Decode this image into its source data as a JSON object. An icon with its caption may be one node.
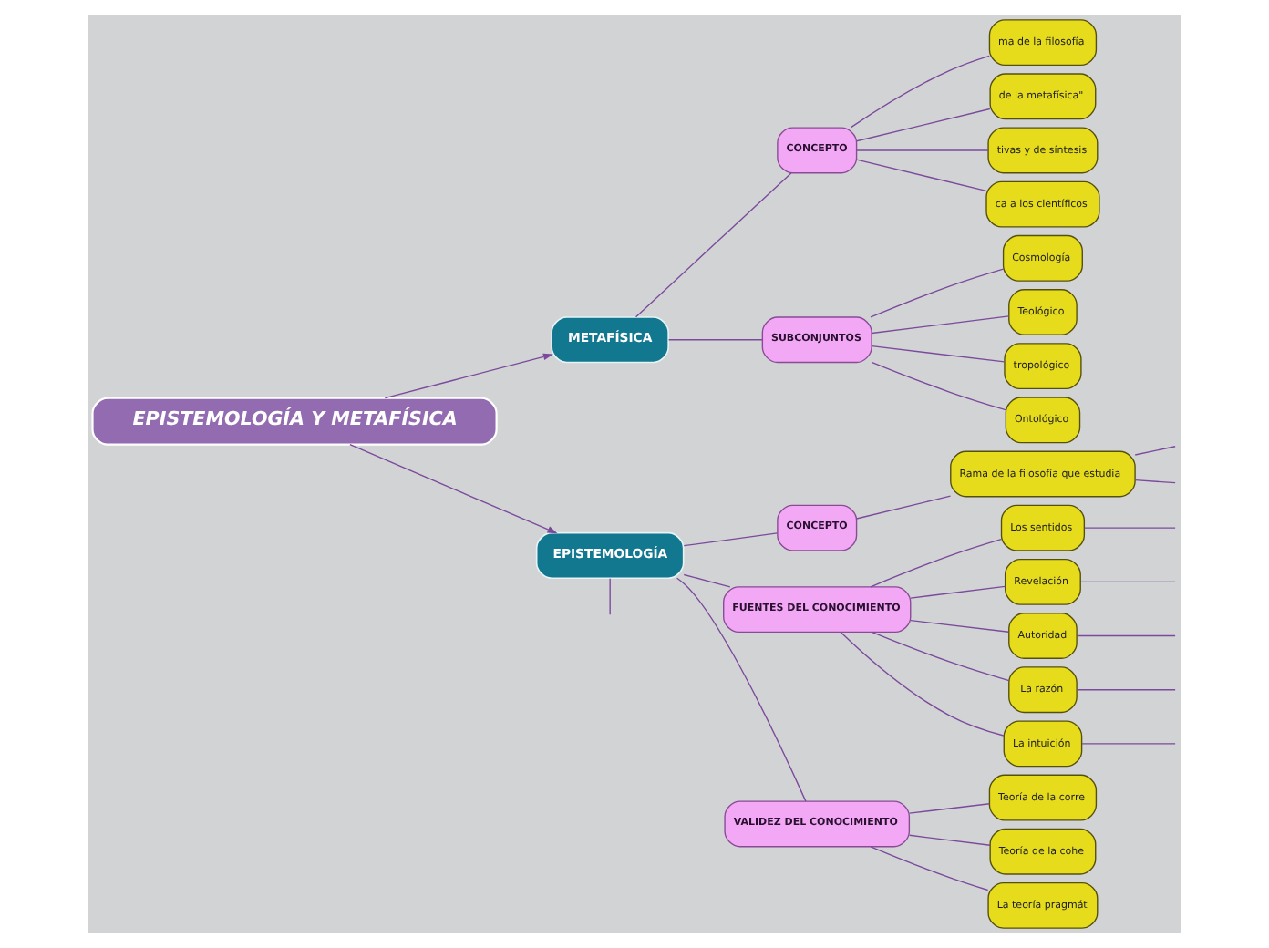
{
  "diagram": {
    "nodes": [
      {
        "text": [
          "EPISTEMOLOGÍA Y METAFÍSICA"
        ]
      },
      {
        "text": [
          "METAFÍSICA"
        ]
      },
      {
        "text": [
          "CONCEPTO"
        ]
      },
      {
        "text": [
          "ma de la filosofía"
        ]
      },
      {
        "text": [
          "de la metafísica\""
        ]
      },
      {
        "text": [
          "tivas y de síntesis"
        ]
      },
      {
        "text": [
          "ca a los científicos"
        ]
      },
      {
        "text": [
          "SUBCONJUNTOS"
        ]
      },
      {
        "text": [
          "Cosmología"
        ]
      },
      {
        "text": [
          "Teológico"
        ]
      },
      {
        "text": [
          "tropológico"
        ]
      },
      {
        "text": [
          "Ontológico"
        ]
      },
      {
        "text": [
          "EPISTEMOLOGÍA"
        ]
      },
      {
        "text": [
          "CONCEPTO"
        ]
      },
      {
        "text": [
          "Rama de la filosofía que estudia"
        ]
      },
      {
        "text": [
          "FUENTES DEL CONOCIMIENTO"
        ]
      },
      {
        "text": [
          "Los sentidos"
        ]
      },
      {
        "text": [
          "Revelación"
        ]
      },
      {
        "text": [
          "Autoridad"
        ]
      },
      {
        "text": [
          "La razón"
        ]
      },
      {
        "text": [
          "La intuición"
        ]
      },
      {
        "text": [
          "VALIDEZ DEL CONOCIMIENTO"
        ]
      },
      {
        "text": [
          "Teoría de la corre"
        ]
      },
      {
        "text": [
          "Teoría de la cohe"
        ]
      },
      {
        "text": [
          "La teoría pragmát"
        ]
      }
    ],
    "edges": [
      {
        "from": 0,
        "to": 1,
        "arrow": "to"
      },
      {
        "from": 0,
        "to": 12,
        "arrow": "to"
      },
      {
        "from": 1,
        "to": 2,
        "arrow": "none"
      },
      {
        "from": 2,
        "to": 3,
        "arrow": "none"
      },
      {
        "from": 2,
        "to": 4,
        "arrow": "none"
      },
      {
        "from": 2,
        "to": 5,
        "arrow": "none"
      },
      {
        "from": 2,
        "to": 6,
        "arrow": "none"
      },
      {
        "from": 1,
        "to": 7,
        "arrow": "none"
      },
      {
        "from": 7,
        "to": 8,
        "arrow": "none"
      },
      {
        "from": 7,
        "to": 9,
        "arrow": "none"
      },
      {
        "from": 7,
        "to": 10,
        "arrow": "none"
      },
      {
        "from": 7,
        "to": 11,
        "arrow": "none"
      },
      {
        "from": 12,
        "to": 13,
        "arrow": "none"
      },
      {
        "from": 13,
        "to": 14,
        "arrow": "none"
      },
      {
        "from": 14,
        "to": null,
        "arrow": "none"
      },
      {
        "from": 14,
        "to": null,
        "arrow": "none"
      },
      {
        "from": 12,
        "to": 15,
        "arrow": "none"
      },
      {
        "from": 15,
        "to": 16,
        "arrow": "none"
      },
      {
        "from": 15,
        "to": 17,
        "arrow": "none"
      },
      {
        "from": 15,
        "to": 18,
        "arrow": "none"
      },
      {
        "from": 15,
        "to": 19,
        "arrow": "none"
      },
      {
        "from": 15,
        "to": 20,
        "arrow": "none"
      },
      {
        "from": 16,
        "to": null,
        "arrow": "none"
      },
      {
        "from": 17,
        "to": null,
        "arrow": "none"
      },
      {
        "from": 18,
        "to": null,
        "arrow": "none"
      },
      {
        "from": 19,
        "to": null,
        "arrow": "none"
      },
      {
        "from": 20,
        "to": null,
        "arrow": "none"
      },
      {
        "from": 12,
        "to": 21,
        "arrow": "none"
      },
      {
        "from": 21,
        "to": 22,
        "arrow": "none"
      },
      {
        "from": 21,
        "to": 23,
        "arrow": "none"
      },
      {
        "from": 21,
        "to": 24,
        "arrow": "none"
      },
      {
        "from": 12,
        "to": null,
        "arrow": "none"
      }
    ]
  }
}
